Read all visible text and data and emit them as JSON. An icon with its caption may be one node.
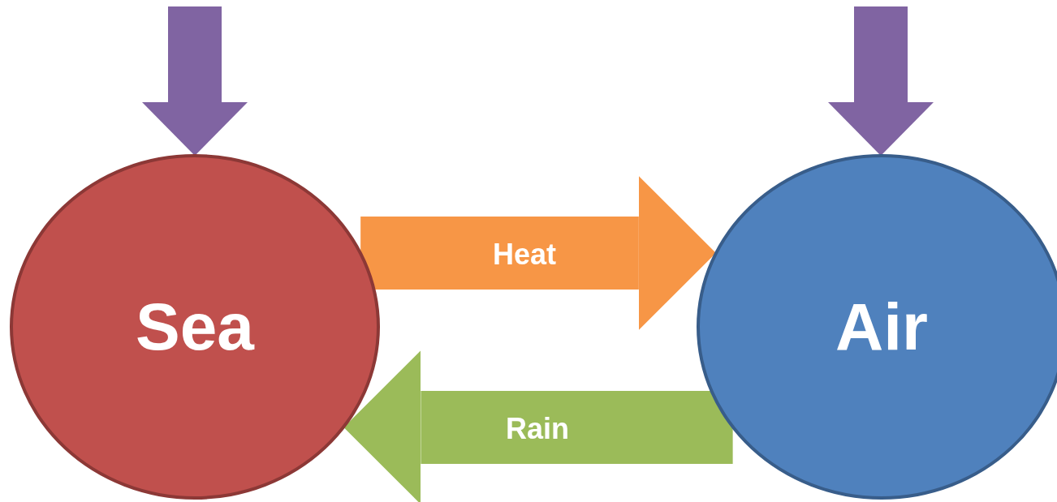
{
  "diagram": {
    "nodes": [
      {
        "text": [
          "Sea"
        ]
      },
      {
        "text": [
          "Air"
        ]
      }
    ],
    "edges": [
      {
        "from": 0,
        "to": 1,
        "arrow": "to",
        "label": "Heat",
        "color": "#f79646"
      },
      {
        "from": 1,
        "to": 0,
        "arrow": "to",
        "label": "Rain",
        "color": "#9bbb59"
      },
      {
        "from": null,
        "to": 0,
        "arrow": "to",
        "color": "#8064a2"
      },
      {
        "from": null,
        "to": 1,
        "arrow": "to",
        "color": "#8064a2"
      }
    ]
  }
}
